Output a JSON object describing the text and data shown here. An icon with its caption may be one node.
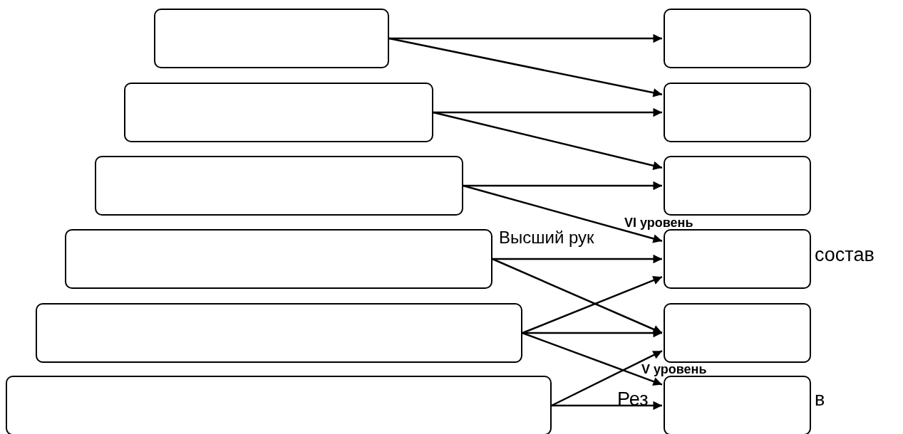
{
  "diagram": {
    "nodes": [
      {
        "text": [],
        "shape": "box"
      },
      {
        "text": [],
        "shape": "box"
      },
      {
        "text": [],
        "shape": "box"
      },
      {
        "text": [],
        "shape": "box"
      },
      {
        "text": [],
        "shape": "box"
      },
      {
        "text": [],
        "shape": "box"
      },
      {
        "text": [],
        "shape": "box"
      },
      {
        "text": [],
        "shape": "box"
      },
      {
        "text": [],
        "shape": "box"
      },
      {
        "text": [],
        "shape": "box"
      },
      {
        "text": [],
        "shape": "box"
      },
      {
        "text": [],
        "shape": "box"
      }
    ],
    "edges": [
      {
        "from": 0,
        "to": 1,
        "arrow": "to"
      },
      {
        "from": 0,
        "to": 3,
        "arrow": "to"
      },
      {
        "from": 2,
        "to": 3,
        "arrow": "to"
      },
      {
        "from": 2,
        "to": 5,
        "arrow": "to"
      },
      {
        "from": 4,
        "to": 5,
        "arrow": "to"
      },
      {
        "from": 4,
        "to": 7,
        "arrow": "to"
      },
      {
        "from": 6,
        "to": 7,
        "arrow": "to"
      },
      {
        "from": 6,
        "to": 9,
        "arrow": "to"
      },
      {
        "from": 8,
        "to": 7,
        "arrow": "to"
      },
      {
        "from": 8,
        "to": 9,
        "arrow": "to"
      },
      {
        "from": 8,
        "to": 11,
        "arrow": "to"
      },
      {
        "from": 10,
        "to": 9,
        "arrow": "to"
      },
      {
        "from": 10,
        "to": 11,
        "arrow": "to"
      }
    ],
    "labels": [
      "VI уровень",
      "Высший рук",
      "состав",
      "V уровень",
      "Рез",
      "в"
    ]
  }
}
